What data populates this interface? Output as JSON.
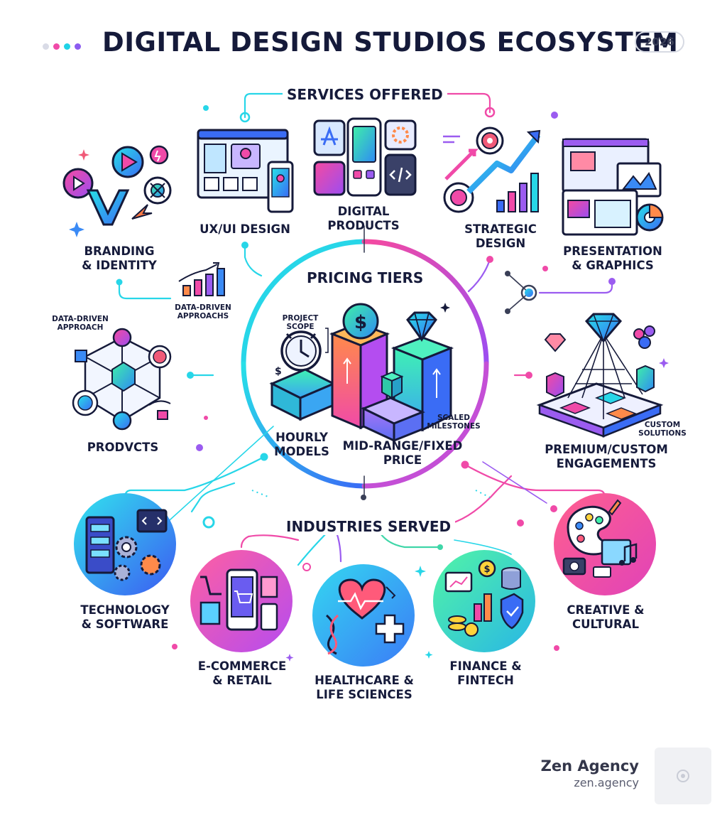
{
  "header": {
    "title": "DIGITAL DESIGN STUDIOS ECOSYSTEM",
    "year": "2026"
  },
  "sections": {
    "services": "SERVICES OFFERED",
    "pricing": "PRICING TIERS",
    "industries": "INDUSTRIES SERVED"
  },
  "services": {
    "branding": "BRANDING\n& IDENTITY",
    "uxui": "UX/UI DESIGN",
    "digital_products": "DIGITAL\nPRODUCTS",
    "strategic": "STRATEGIC\nDESIGN",
    "presentation": "PRESENTATION\n& GRAPHICS",
    "data_driven_approaches": "DATA-DRIVEN\nAPPROACHS",
    "data_driven_approach": "DATA-DRIVEN\nAPPROACH",
    "prodvcts": "PRODVCTS",
    "premium": "PREMIUM/CUSTOM\nENGAGEMENTS",
    "custom_solutions": "CUSTOM\nSOLUTIONS"
  },
  "pricing": {
    "project_scope": "PROJECT\nSCOPE",
    "hourly": "HOURLY\nMODELS",
    "midrange": "MID-RANGE/FIXED\nPRICE",
    "scaled": "SCALED\nMILESTONES"
  },
  "industries": {
    "technology": "TECHNOLOGY\n& SOFTWARE",
    "ecommerce": "E-COMMERCE\n& RETAIL",
    "healthcare": "HEALTHCARE &\nLIFE SCIENCES",
    "finance": "FINANCE &\nFINTECH",
    "creative": "CREATIVE &\nCULTURAL"
  },
  "footer": {
    "brand": "Zen Agency",
    "url": "zen.agency"
  },
  "colors": {
    "cyan": "#1fd3e6",
    "blue": "#2f7cf6",
    "purple": "#9b5cf0",
    "pink": "#f04aa8",
    "green": "#3fe3a0",
    "navy": "#151a3a"
  },
  "icons": [
    "branding-cluster-icon",
    "browser-wireframe-icon",
    "app-tiles-icon",
    "target-growth-icon",
    "presentation-slides-icon",
    "bar-chart-icon",
    "network-nodes-icon",
    "pricing-blocks-icon",
    "diamond-icon",
    "premium-platform-icon",
    "tech-gears-icon",
    "shopping-cart-icon",
    "heart-health-icon",
    "finance-chart-icon",
    "art-palette-icon"
  ]
}
